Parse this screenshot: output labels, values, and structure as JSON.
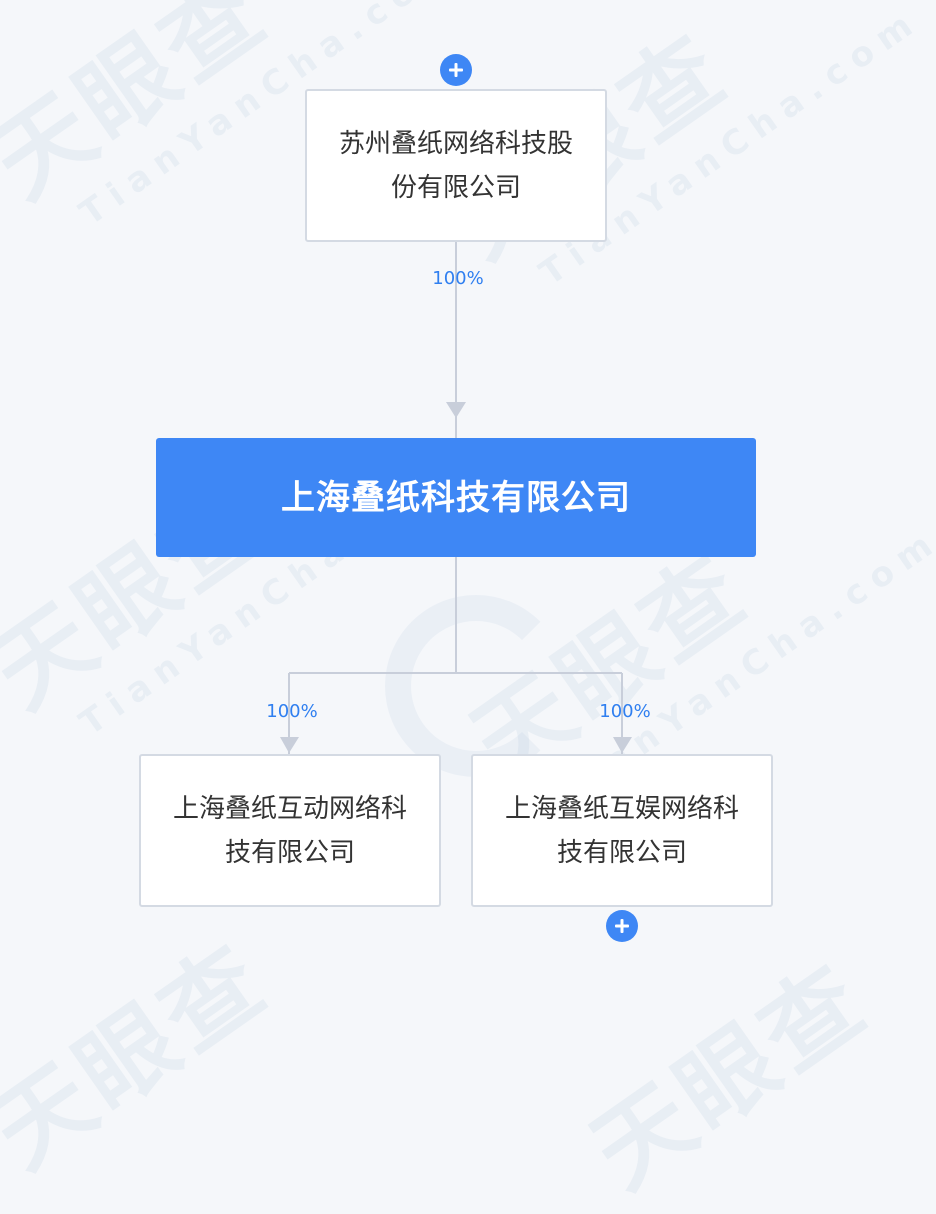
{
  "diagram": {
    "parent": {
      "line1": "苏州叠纸网络科技股",
      "line2": "份有限公司"
    },
    "main": {
      "name": "上海叠纸科技有限公司"
    },
    "children": [
      {
        "line1": "上海叠纸互动网络科",
        "line2": "技有限公司",
        "percent": "100%"
      },
      {
        "line1": "上海叠纸互娱网络科",
        "line2": "技有限公司",
        "percent": "100%"
      }
    ],
    "parent_percent": "100%"
  },
  "colors": {
    "accent": "#3e87f5",
    "percent_text": "#2f7ff0",
    "connector": "#c8ceda",
    "node_border": "#d4dae3",
    "background": "#f5f7fa"
  },
  "icons": {
    "expand": "plus-circle-icon",
    "arrow": "arrow-down-icon"
  }
}
